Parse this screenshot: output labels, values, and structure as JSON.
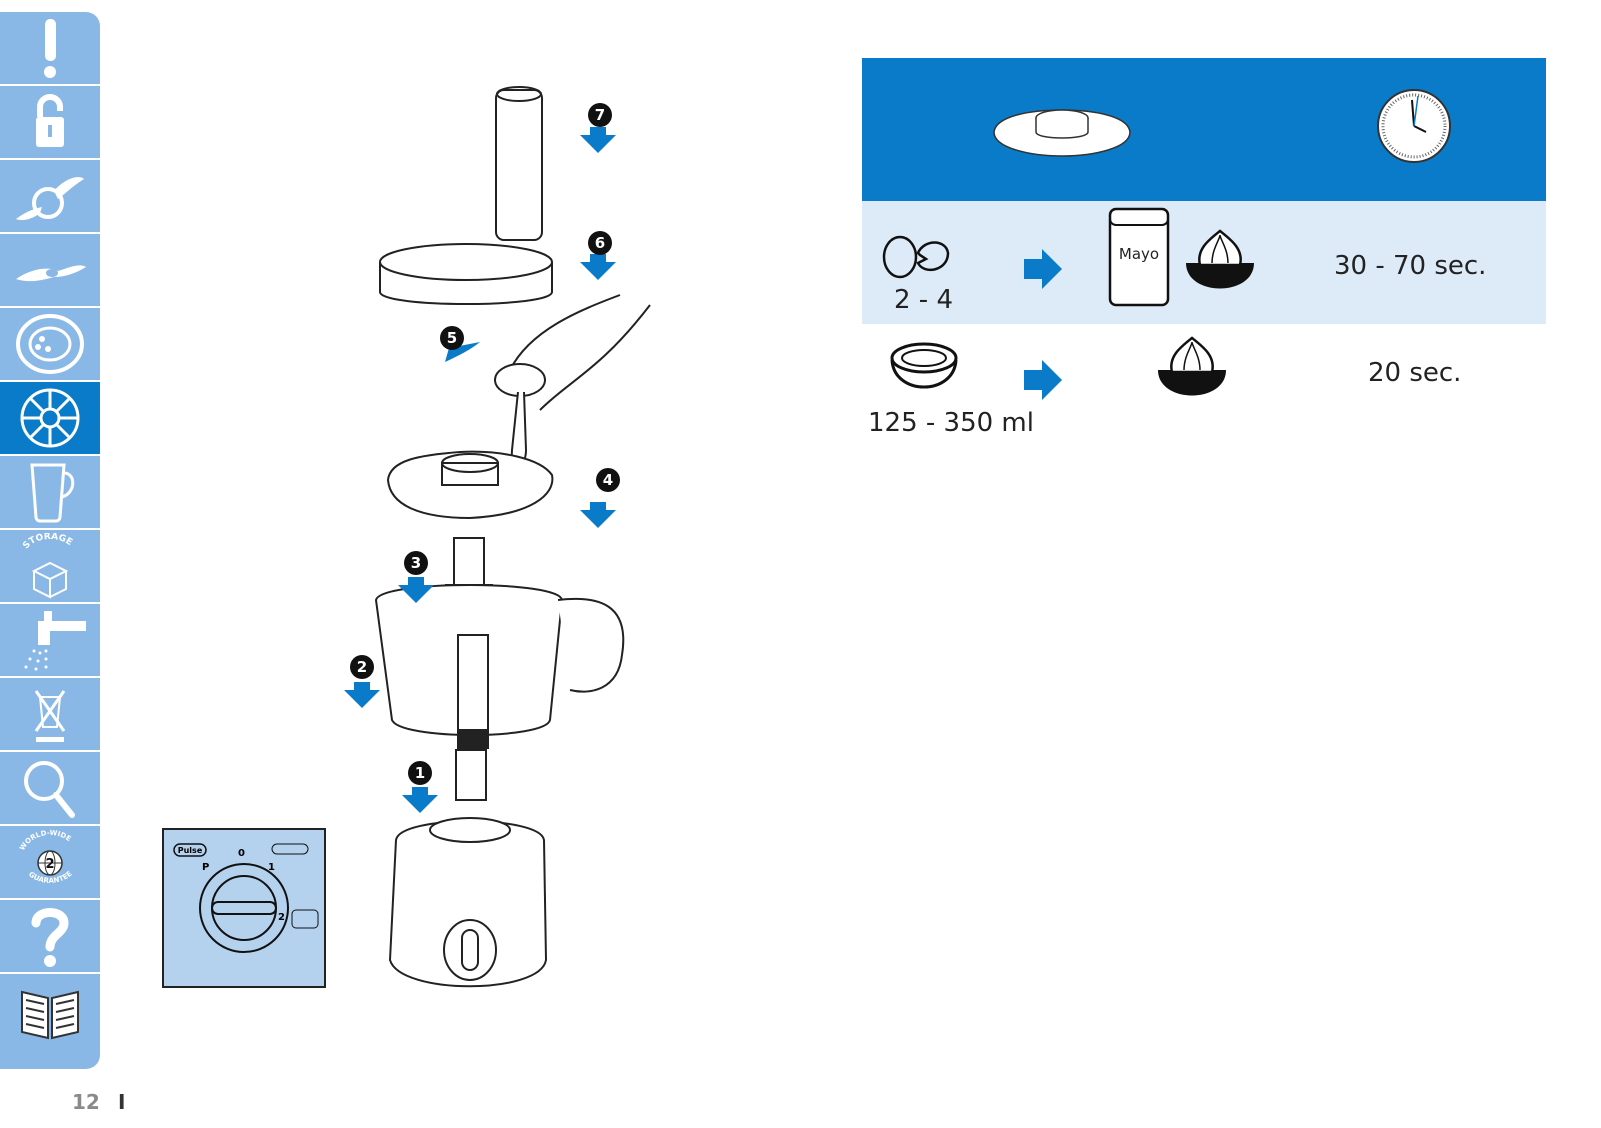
{
  "sidebar": {
    "items": [
      {
        "icon": "warning-icon"
      },
      {
        "icon": "unlock-icon"
      },
      {
        "icon": "knife-blade-icon"
      },
      {
        "icon": "chopping-blade-icon"
      },
      {
        "icon": "disc-icon"
      },
      {
        "icon": "emulsifying-disc-icon",
        "active": true
      },
      {
        "icon": "jug-icon"
      },
      {
        "icon": "storage-icon",
        "label": "STORAGE"
      },
      {
        "icon": "tap-cleaning-icon"
      },
      {
        "icon": "environment-bin-icon"
      },
      {
        "icon": "magnifier-icon"
      },
      {
        "icon": "guarantee-globe-icon",
        "label_top": "WORLD-WIDE",
        "label_bottom": "GUARANTEE",
        "years": "2"
      },
      {
        "icon": "question-icon"
      },
      {
        "icon": "book-icon"
      }
    ]
  },
  "footer": {
    "page_number": "12",
    "language": "I"
  },
  "assembly": {
    "steps": [
      "7",
      "6",
      "5",
      "4",
      "3",
      "2",
      "1"
    ],
    "dial": {
      "pulse": "Pulse",
      "zero": "0",
      "one": "1",
      "two": "2",
      "p": "P"
    }
  },
  "table": {
    "header": {
      "tool_icon": "emulsifying-disc-icon",
      "time_icon": "clock-icon"
    },
    "rows": [
      {
        "input_icon": "eggs-icon",
        "quantity": "2 - 4",
        "output_label": "Mayo",
        "output_icon": "mayonnaise-bowl-icon",
        "time": "30 - 70 sec."
      },
      {
        "input_icon": "cream-bowl-icon",
        "quantity": "125 - 350 ml",
        "output_icon": "whipped-cream-bowl-icon",
        "time": "20 sec."
      }
    ]
  },
  "colors": {
    "accent": "#0a7bc8",
    "sidebar": "#8ab8e6",
    "row_light": "#ddeaf8",
    "dial_bg": "#b4d1ee"
  }
}
